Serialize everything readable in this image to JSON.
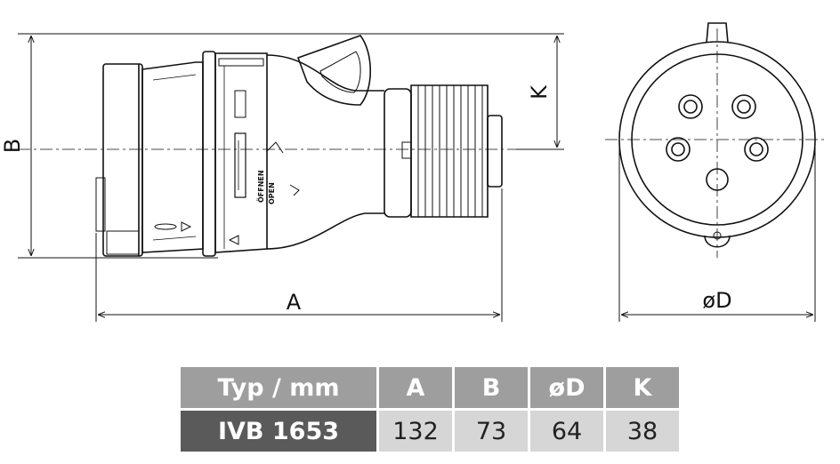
{
  "drawing": {
    "dimensions": {
      "A": "A",
      "B": "B",
      "D": "øD",
      "K": "K"
    },
    "side_marking": {
      "line1": "ÖFFNEN",
      "line2": "OPEN"
    }
  },
  "table": {
    "headers": [
      "Typ / mm",
      "A",
      "B",
      "øD",
      "K"
    ],
    "rows": [
      {
        "model": "IVB 1653",
        "values": [
          "132",
          "73",
          "64",
          "38"
        ]
      }
    ]
  }
}
